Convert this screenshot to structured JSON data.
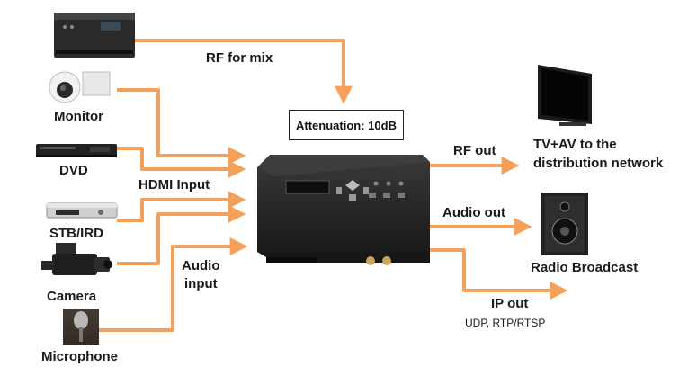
{
  "colors": {
    "arrow": "#f5a05a",
    "device": "#1f1f1f",
    "accent_panel": "#2a2a2a"
  },
  "sources": {
    "monitor": "Monitor",
    "dvd": "DVD",
    "stb": "STB/IRD",
    "camera": "Camera",
    "microphone": "Microphone"
  },
  "flows": {
    "rf_mix": "RF for mix",
    "hdmi_input": "HDMI Input",
    "audio_input_line1": "Audio",
    "audio_input_line2": "input",
    "rf_out": "RF out",
    "audio_out": "Audio out",
    "ip_out": "IP out",
    "ip_protocols": "UDP, RTP/RTSP"
  },
  "attenuation": "Attenuation: 10dB",
  "outputs": {
    "tv_line1": "TV+AV to the",
    "tv_line2": "distribution network",
    "radio": "Radio Broadcast"
  },
  "icons": {
    "rf_source": "rf-receiver-icon",
    "monitor": "security-camera-icon",
    "dvd": "dvd-player-icon",
    "stb": "set-top-box-icon",
    "camera": "video-camera-icon",
    "microphone": "microphone-icon",
    "modulator": "encoder-modulator-icon",
    "tv": "television-icon",
    "speaker": "speaker-icon"
  }
}
